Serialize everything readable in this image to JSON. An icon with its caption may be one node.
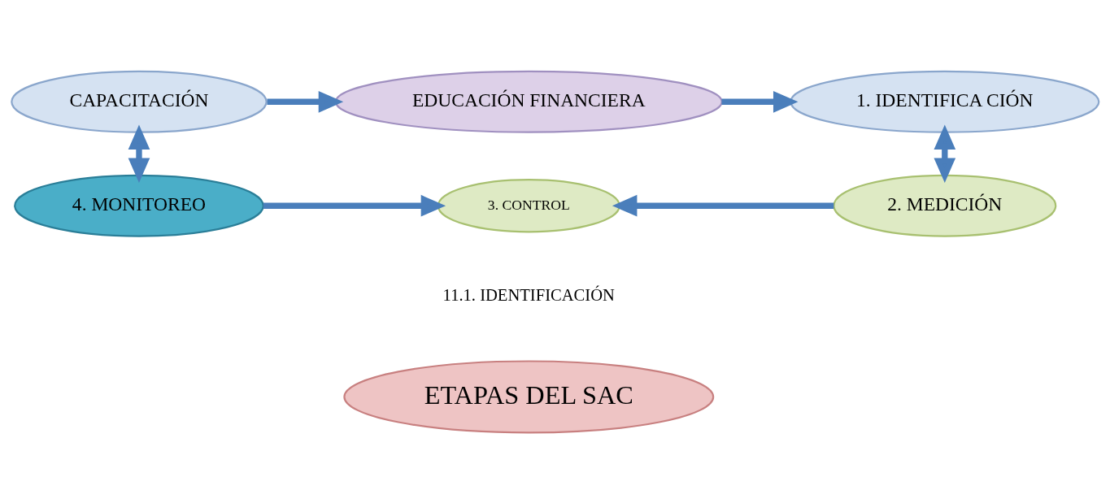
{
  "diagram": {
    "nodes": [
      {
        "text": [
          "ETAPAS DEL SAC"
        ]
      },
      {
        "text": [
          "EDUCACIÓN FINANCIERA"
        ]
      },
      {
        "text": [
          "CAPACITACIÓN"
        ]
      },
      {
        "text": [
          "1. IDENTIFICA CIÓN"
        ]
      },
      {
        "text": [
          "2. MEDICIÓN"
        ]
      },
      {
        "text": [
          "3. CONTROL"
        ]
      },
      {
        "text": [
          "4. MONITOREO"
        ]
      }
    ],
    "edges": [
      {
        "from": 2,
        "to": 1,
        "arrow": "to"
      },
      {
        "from": 1,
        "to": 3,
        "arrow": "to"
      },
      {
        "from": 3,
        "to": 4,
        "arrow": "both"
      },
      {
        "from": 4,
        "to": 5,
        "arrow": "to"
      },
      {
        "from": 6,
        "to": 5,
        "arrow": "to"
      },
      {
        "from": 2,
        "to": 6,
        "arrow": "both"
      }
    ],
    "labels": [
      "11.1. IDENTIFICACIÓN"
    ]
  }
}
